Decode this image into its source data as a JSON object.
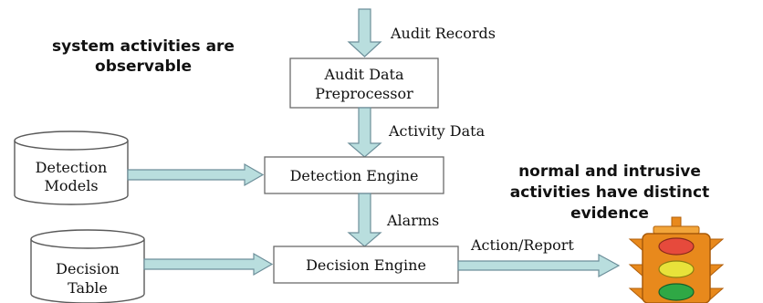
{
  "annotations": {
    "observable": [
      "system activities are",
      "observable"
    ],
    "distinct": [
      "normal and intrusive",
      "activities have distinct",
      "evidence"
    ]
  },
  "boxes": {
    "preprocessor": [
      "Audit Data",
      "Preprocessor"
    ],
    "detection_engine": "Detection Engine",
    "decision_engine": "Decision Engine"
  },
  "cylinders": {
    "detection_models": [
      "Detection",
      "Models"
    ],
    "decision_table": [
      "Decision",
      "Table"
    ]
  },
  "flow_labels": {
    "audit_records": "Audit Records",
    "activity_data": "Activity Data",
    "alarms": "Alarms",
    "action_report": "Action/Report"
  },
  "colors": {
    "arrow_fill": "#b9dede",
    "light_red": "#e64a3c",
    "light_yellow": "#e8e23a",
    "light_green": "#2fa845",
    "light_housing": "#e8891c"
  },
  "icons": {
    "traffic_light": "traffic-light-icon"
  }
}
